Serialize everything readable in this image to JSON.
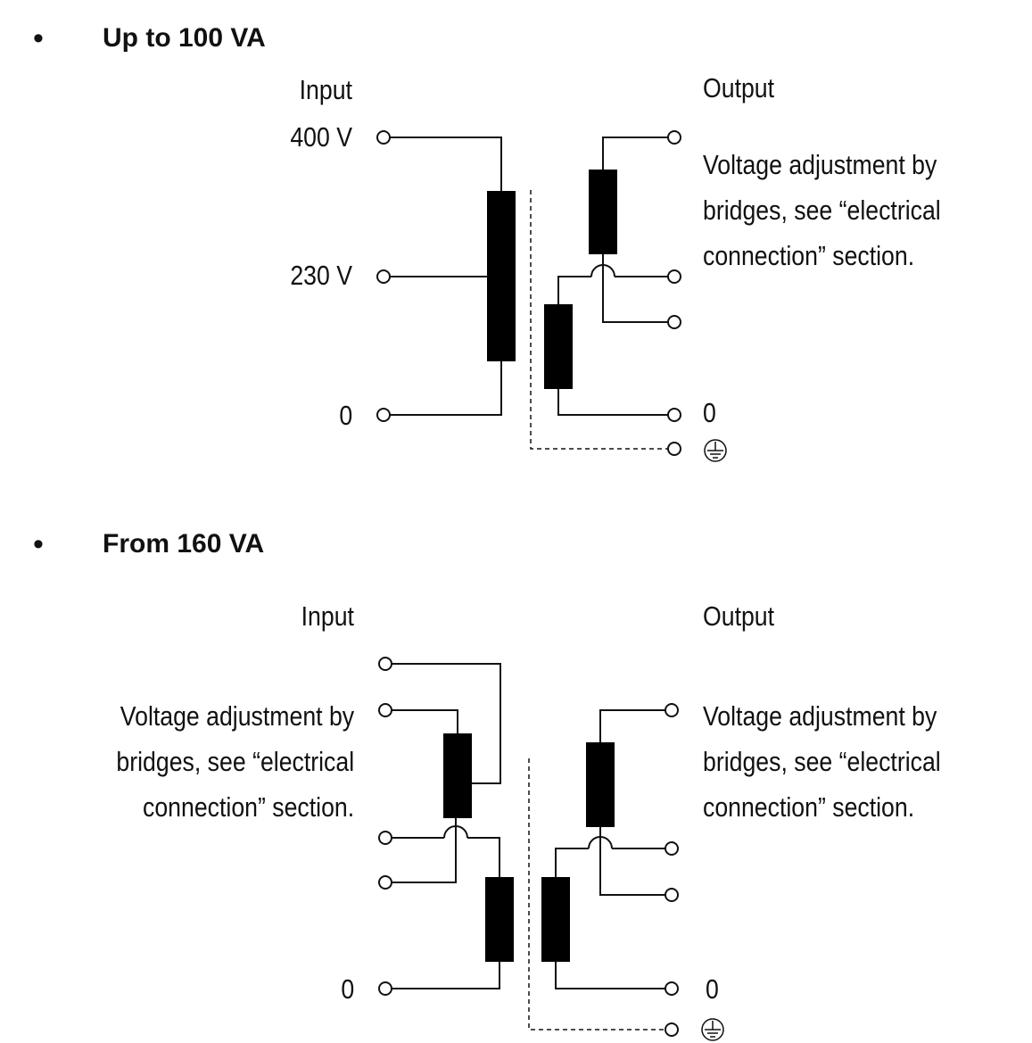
{
  "sections": [
    {
      "bullet": "•",
      "heading": "Up to 100 VA",
      "input_label": "Input",
      "output_label": "Output",
      "input_terminals": [
        "400 V",
        "230 V",
        "0"
      ],
      "output_terminal_zero": "0",
      "output_note": [
        "Voltage adjustment by",
        "bridges, see “electrical",
        "connection” section."
      ],
      "ground_icon": "protective-earth-icon"
    },
    {
      "bullet": "•",
      "heading": "From 160 VA",
      "input_label": "Input",
      "output_label": "Output",
      "input_terminal_zero": "0",
      "output_terminal_zero": "0",
      "input_note": [
        "Voltage adjustment by",
        "bridges, see “electrical",
        "connection” section."
      ],
      "output_note": [
        "Voltage adjustment by",
        "bridges, see “electrical",
        "connection” section."
      ],
      "ground_icon": "protective-earth-icon"
    }
  ],
  "colors": {
    "line": "#111111",
    "winding": "#000000",
    "background": "#ffffff"
  }
}
